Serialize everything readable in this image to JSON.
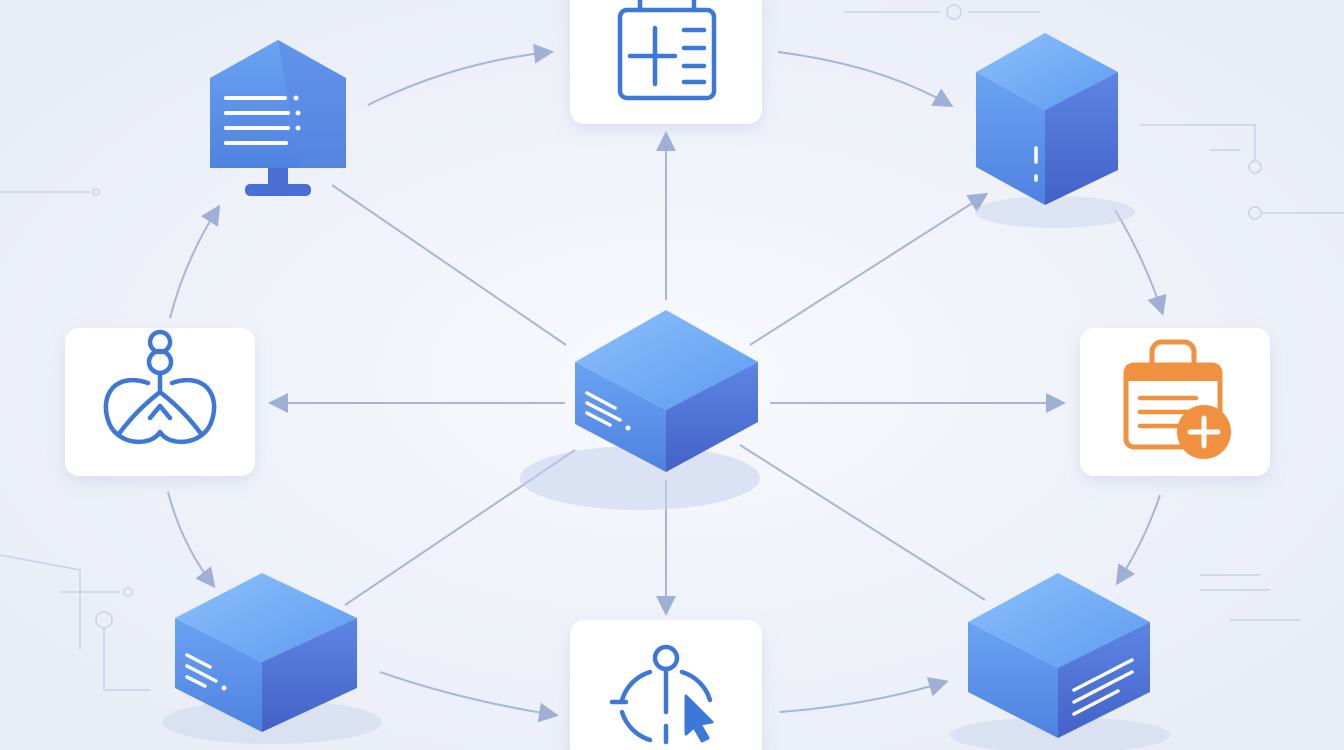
{
  "diagram": {
    "center": {
      "id": "central-server",
      "icon": "server-cube-icon"
    },
    "nodes": [
      {
        "id": "clipboard-card",
        "icon": "clipboard-plus-icon"
      },
      {
        "id": "monitor",
        "icon": "monitor-icon"
      },
      {
        "id": "server-top-right",
        "icon": "server-tower-icon"
      },
      {
        "id": "network-card",
        "icon": "network-location-icon"
      },
      {
        "id": "orange-clipboard-card",
        "icon": "orange-clipboard-plus-icon"
      },
      {
        "id": "server-bottom-left",
        "icon": "server-cube-icon"
      },
      {
        "id": "location-cursor-card",
        "icon": "location-cursor-icon"
      },
      {
        "id": "server-bottom-right",
        "icon": "server-cube-icon"
      }
    ],
    "colors": {
      "background": "#eef1f8",
      "blue_light": "#74aef5",
      "blue_mid": "#5b8fe6",
      "blue_dark": "#4a6fd3",
      "line": "#9fb0d4",
      "orange": "#f0913f",
      "card": "#ffffff"
    }
  }
}
